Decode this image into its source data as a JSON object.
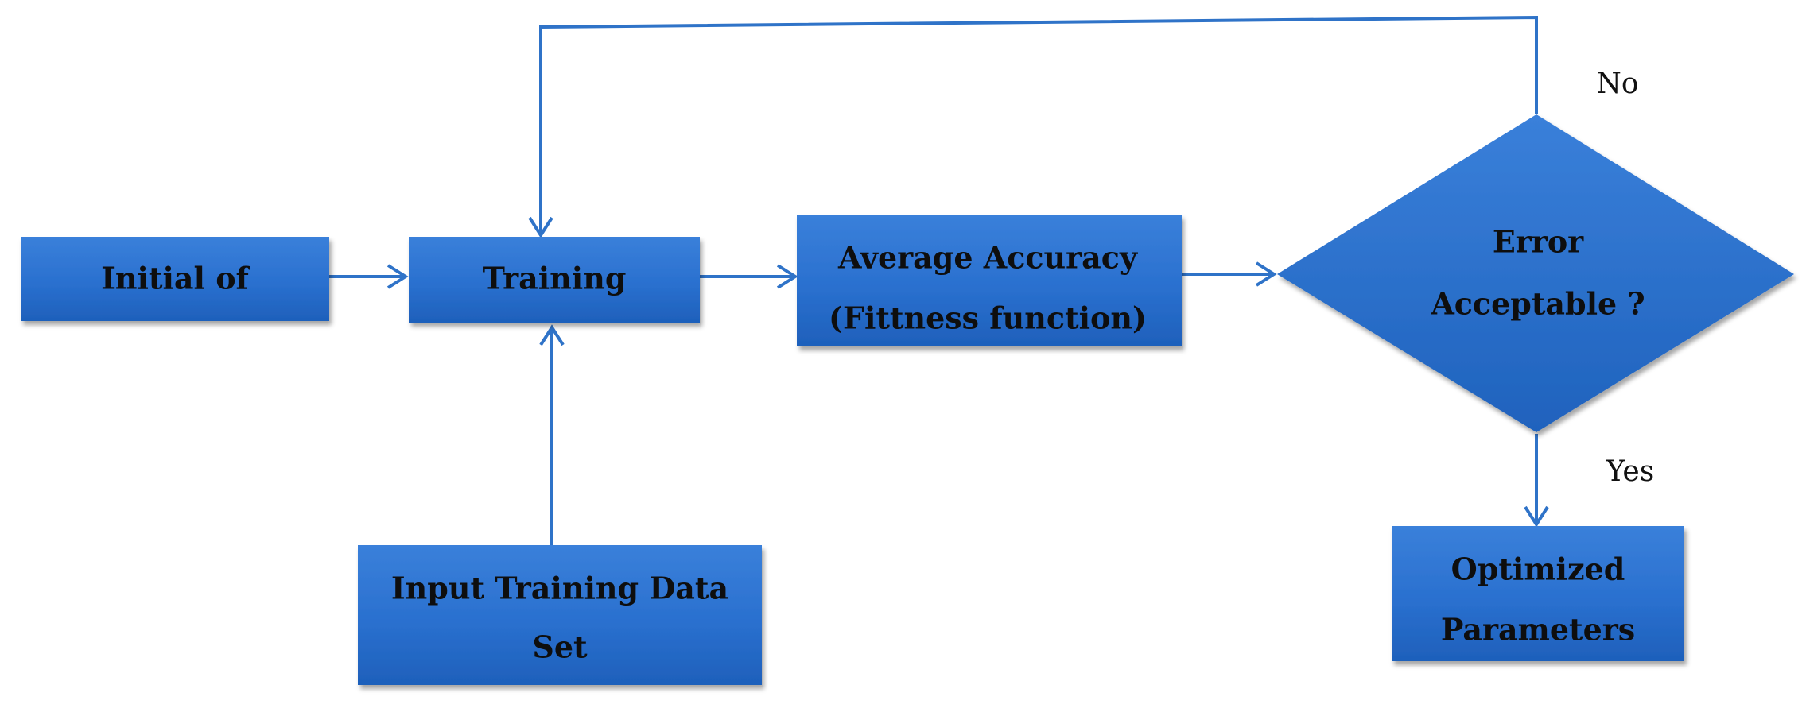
{
  "nodes": {
    "initial": {
      "lines": [
        "Initial of"
      ]
    },
    "training": {
      "lines": [
        "Training"
      ]
    },
    "input_data": {
      "lines": [
        "Input Training Data",
        "Set"
      ]
    },
    "average": {
      "lines": [
        "Average Accuracy",
        "(Fittness function)"
      ]
    },
    "decision": {
      "lines": [
        "Error",
        "Acceptable ?"
      ]
    },
    "optimized": {
      "lines": [
        "Optimized",
        "Parameters"
      ]
    }
  },
  "edge_labels": {
    "no": "No",
    "yes": "Yes"
  },
  "colors": {
    "box_fill": "#2a73d2",
    "box_fill_dark": "#1f5fb5",
    "arrow": "#2f73c8",
    "text": "#0e0e0e"
  }
}
